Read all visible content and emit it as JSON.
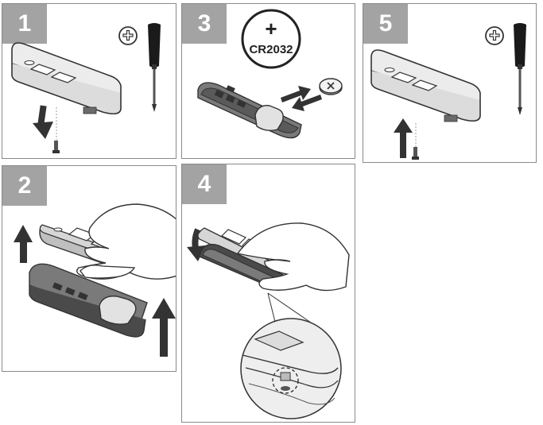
{
  "steps": [
    {
      "number": "1"
    },
    {
      "number": "3",
      "battery": {
        "polarity": "+",
        "label": "CR2032"
      }
    },
    {
      "number": "5"
    },
    {
      "number": "2"
    },
    {
      "number": "4"
    }
  ],
  "colors": {
    "badge": "#a3a3a3",
    "border": "#8a8a8a",
    "line": "#333333",
    "remote_light": "#ececec",
    "remote_dark": "#4a4a4a",
    "arrow": "#333333"
  }
}
